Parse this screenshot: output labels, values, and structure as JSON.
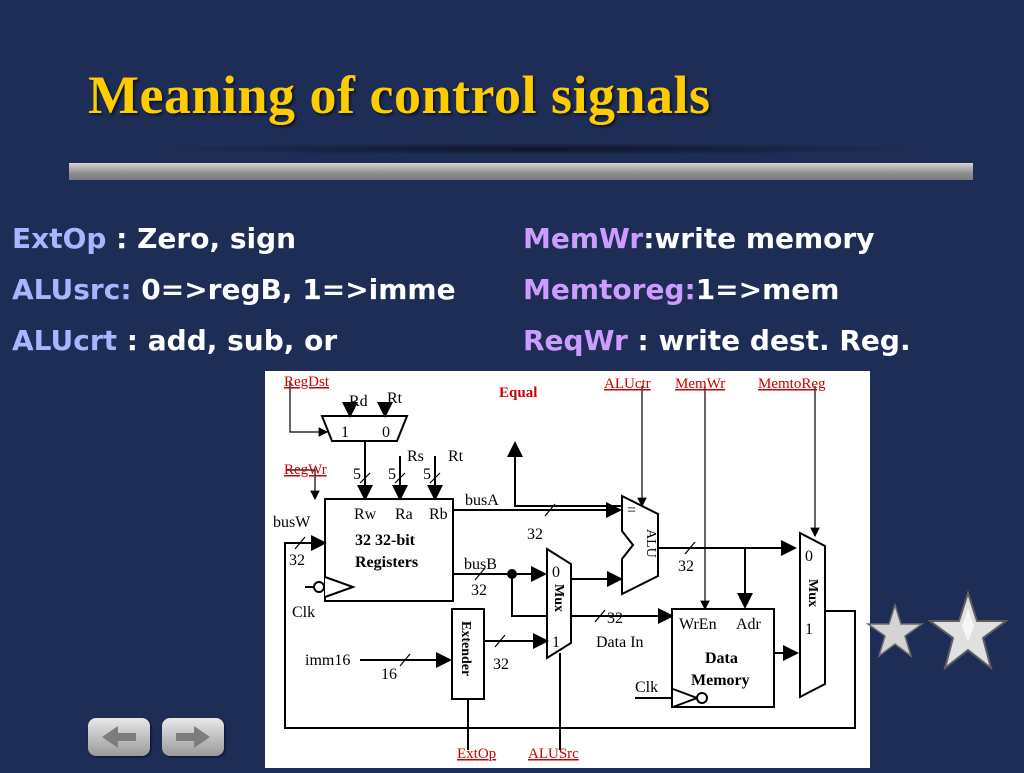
{
  "slide": {
    "title": "Meaning of control signals"
  },
  "signals": {
    "left": [
      {
        "key": "ExtOp",
        "sep": " : ",
        "desc": "Zero, sign"
      },
      {
        "key": "ALUsrc:",
        "sep": " ",
        "desc": "0=>regB, 1=>imme"
      },
      {
        "key": "ALUcrt",
        "sep": " : ",
        "desc": "add, sub, or"
      }
    ],
    "right": [
      {
        "key": "MemWr",
        "sep": "",
        "desc": ":write memory"
      },
      {
        "key": "Memtoreg:",
        "sep": "",
        "desc": "1=>mem"
      },
      {
        "key": "ReqWr",
        "sep": " : ",
        "desc": "write dest. Reg."
      }
    ]
  },
  "diagram": {
    "control_labels": {
      "regdst": "RegDst",
      "regwr": "RegWr",
      "equal": "Equal",
      "aluctr": "ALUctr",
      "memwr": "MemWr",
      "memtoreg": "MemtoReg",
      "extop": "ExtOp",
      "alusrc": "ALUSrc"
    },
    "mux_regdst": {
      "in1": "Rd",
      "in0": "Rt",
      "sel1": "1",
      "sel0": "0"
    },
    "reg_fields": {
      "rs": "Rs",
      "rt": "Rt",
      "w1": "5",
      "w2": "5",
      "w3": "5"
    },
    "registers": {
      "rw": "Rw",
      "ra": "Ra",
      "rb": "Rb",
      "line1": "32 32-bit",
      "line2": "Registers"
    },
    "buses": {
      "busw": "busW",
      "busa": "busA",
      "busb": "busB",
      "w_busw": "32",
      "w_busa": "32",
      "w_busb": "32",
      "w_alu": "32",
      "w_datain": "32",
      "w_ext": "32",
      "w_imm": "16"
    },
    "clk": "Clk",
    "imm16": "imm16",
    "extender": "Extender",
    "mux_alusrc": {
      "label": "Mux",
      "in0": "0",
      "in1": "1"
    },
    "alu": "ALU",
    "alu_eq": "=",
    "data_in": "Data In",
    "memory": {
      "wren": "WrEn",
      "adr": "Adr",
      "line1": "Data",
      "line2": "Memory",
      "clk": "Clk"
    },
    "mux_mem": {
      "label": "Mux",
      "in0": "0",
      "in1": "1"
    }
  },
  "navigation": {
    "prev": "prev-arrow-icon",
    "next": "next-arrow-icon"
  },
  "colors": {
    "background": "#1e2d56",
    "title": "#ffcc00",
    "signal_key_left": "#a7b7ff",
    "signal_key_right": "#cc9dff",
    "control_red": "#cc0000"
  }
}
